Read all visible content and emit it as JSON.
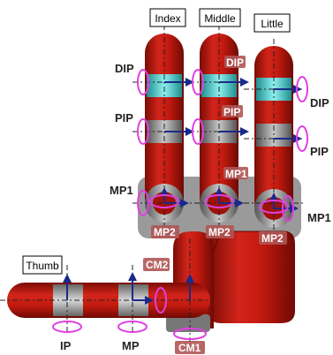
{
  "fingers": {
    "index": "Index",
    "middle": "Middle",
    "little": "Little",
    "thumb": "Thumb"
  },
  "joints": {
    "dip_left": "DIP",
    "dip_middle": "DIP",
    "dip_right": "DIP",
    "pip_left": "PIP",
    "pip_middle": "PIP",
    "pip_right": "PIP",
    "mp1_left": "MP1",
    "mp1_middle": "MP1",
    "mp1_right": "MP1",
    "mp2_index": "MP2",
    "mp2_middle": "MP2",
    "mp2_little": "MP2",
    "cm2": "CM2",
    "cm1": "CM1",
    "ip": "IP",
    "mp": "MP"
  },
  "colors": {
    "finger_red": "#c41a0f",
    "finger_dark": "#7a0c05",
    "axis": "#1a2a8a",
    "rotation": "#e040e0",
    "joint_gray": "#8a8a8a",
    "joint_cyan": "#38c8c8"
  }
}
